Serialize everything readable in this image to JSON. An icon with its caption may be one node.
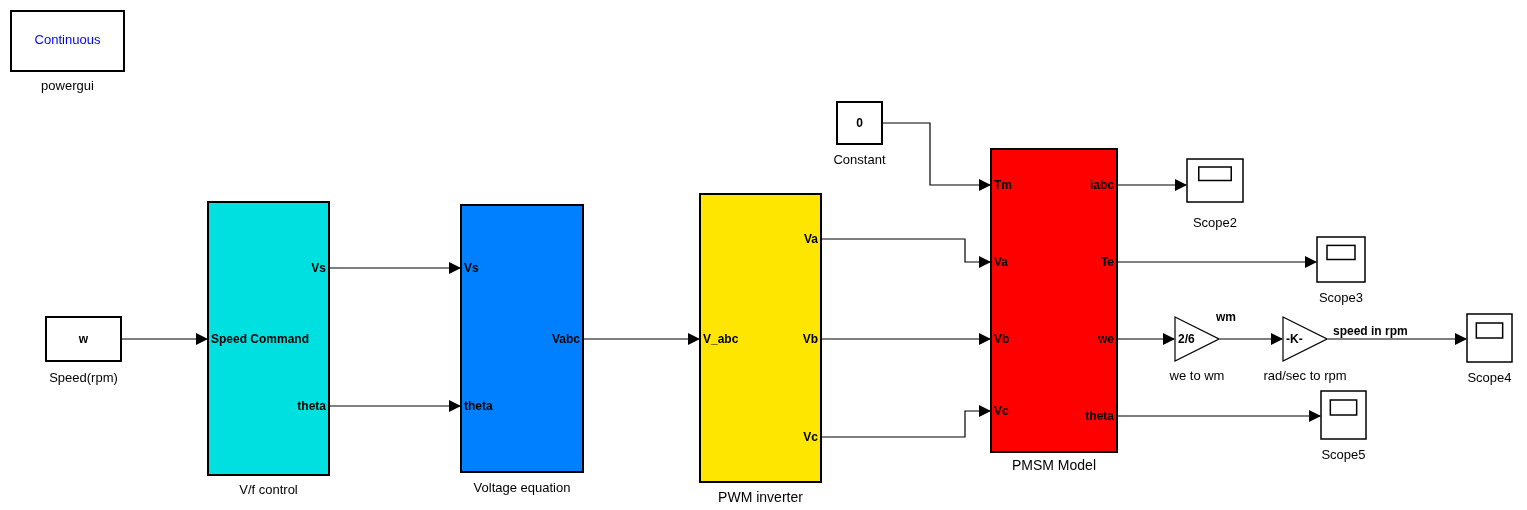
{
  "diagram": {
    "nodes": [
      {
        "text": [
          "Continuous"
        ],
        "beside": [
          "powergui"
        ]
      },
      {
        "text": [
          "0"
        ],
        "beside": [
          "Constant"
        ]
      },
      {
        "text": [
          "w"
        ],
        "beside": [
          "Speed(rpm)"
        ]
      },
      {
        "text": [
          "Speed Command",
          "Vs",
          "theta"
        ],
        "beside": [
          "V/f control"
        ]
      },
      {
        "text": [
          "Vs",
          "theta",
          "Vabc"
        ],
        "beside": [
          "Voltage equation"
        ]
      },
      {
        "text": [
          "V_abc",
          "Va",
          "Vb",
          "Vc"
        ],
        "beside": [
          "PWM inverter"
        ]
      },
      {
        "text": [
          "Tm",
          "Va",
          "Vb",
          "Vc",
          "iabc",
          "Te",
          "we",
          "theta"
        ],
        "beside": [
          "PMSM Model"
        ]
      },
      {
        "text": [],
        "shape": "box",
        "beside": [
          "Scope2"
        ]
      },
      {
        "text": [],
        "shape": "box",
        "beside": [
          "Scope3"
        ]
      },
      {
        "text": [
          "2/6"
        ],
        "beside": [
          "we to wm"
        ]
      },
      {
        "text": [
          "-K-"
        ],
        "beside": [
          "rad/sec to rpm"
        ]
      },
      {
        "text": [],
        "shape": "box",
        "beside": [
          "Scope4"
        ]
      },
      {
        "text": [],
        "shape": "box",
        "beside": [
          "Scope5"
        ]
      }
    ],
    "edges": [
      {
        "from": 2,
        "to": 3,
        "arrow": "to"
      },
      {
        "from": 3,
        "to": 4,
        "arrow": "to"
      },
      {
        "from": 3,
        "to": 4,
        "arrow": "to"
      },
      {
        "from": 4,
        "to": 5,
        "arrow": "to"
      },
      {
        "from": 5,
        "to": 6,
        "arrow": "to"
      },
      {
        "from": 5,
        "to": 6,
        "arrow": "to"
      },
      {
        "from": 5,
        "to": 6,
        "arrow": "to"
      },
      {
        "from": 1,
        "to": 6,
        "arrow": "to"
      },
      {
        "from": 6,
        "to": 7,
        "arrow": "to"
      },
      {
        "from": 6,
        "to": 8,
        "arrow": "to"
      },
      {
        "from": 6,
        "to": 9,
        "arrow": "to"
      },
      {
        "from": 9,
        "to": 10,
        "arrow": "to",
        "label": "wm"
      },
      {
        "from": 10,
        "to": 11,
        "arrow": "to",
        "label": "speed in rpm"
      },
      {
        "from": 6,
        "to": 12,
        "arrow": "to"
      }
    ]
  }
}
